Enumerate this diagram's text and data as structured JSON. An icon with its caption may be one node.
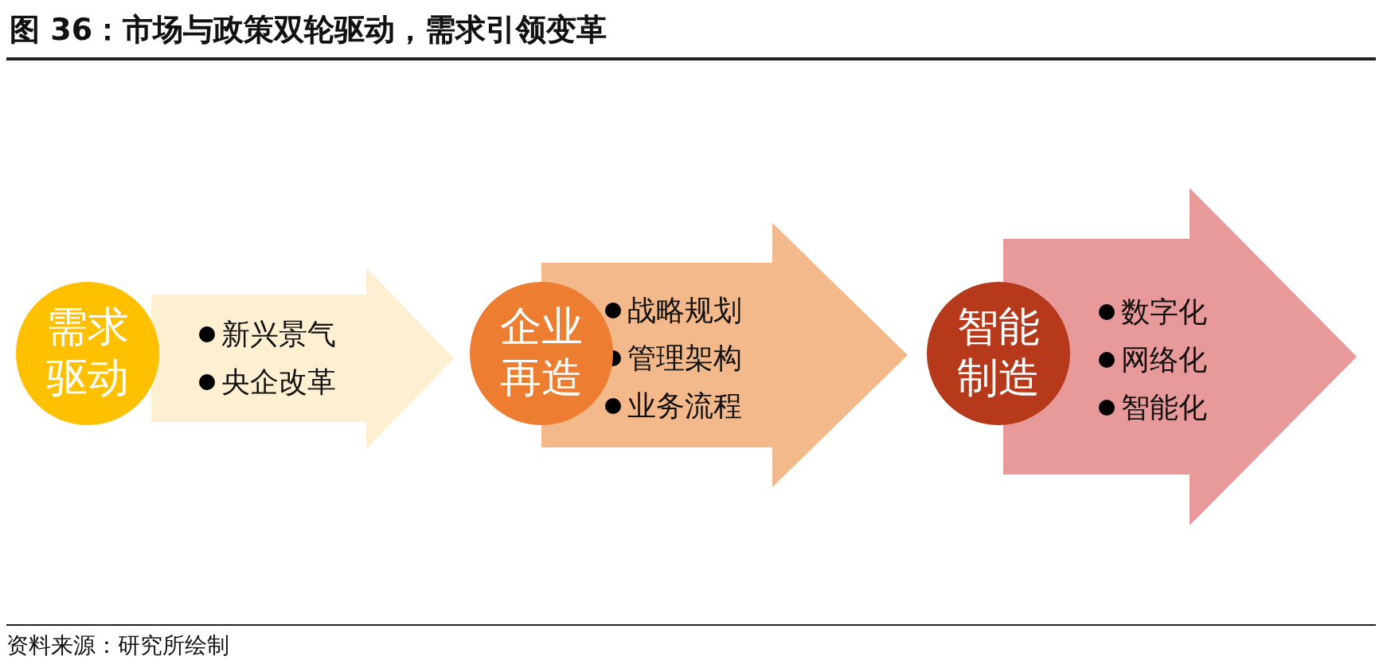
{
  "diagram": {
    "title": "图 36：市场与政策双轮驱动，需求引领变革",
    "nodes": [
      {
        "text": [
          "需求驱动"
        ]
      },
      {
        "text": [
          "新兴景气",
          "央企改革"
        ]
      },
      {
        "text": [
          "企业再造"
        ]
      },
      {
        "text": [
          "战略规划",
          "管理架构",
          "业务流程"
        ]
      },
      {
        "text": [
          "智能制造"
        ]
      },
      {
        "text": [
          "数字化",
          "网络化",
          "智能化"
        ]
      }
    ],
    "caption": "资料来源：研究所绘制"
  }
}
